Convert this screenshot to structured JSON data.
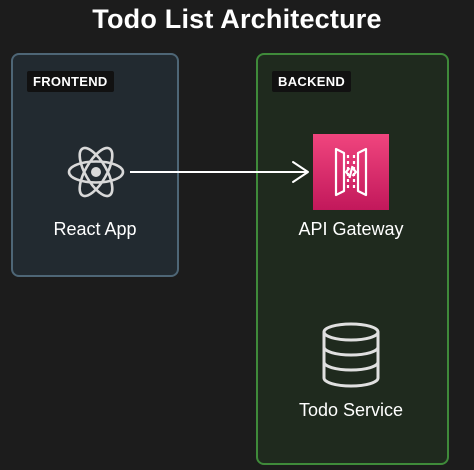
{
  "title": "Todo List Architecture",
  "groups": {
    "frontend": {
      "label": "FRONTEND"
    },
    "backend": {
      "label": "BACKEND"
    }
  },
  "nodes": {
    "react_app": {
      "label": "React App",
      "icon": "react-icon"
    },
    "api_gateway": {
      "label": "API Gateway",
      "icon": "api-gateway-icon"
    },
    "todo_service": {
      "label": "Todo Service",
      "icon": "database-icon"
    }
  },
  "edges": [
    {
      "from": "React App",
      "to": "API Gateway"
    }
  ],
  "colors": {
    "background": "#1c1c1c",
    "frontend_border": "#4e6676",
    "backend_border": "#3f8a3a",
    "api_gateway_top": "#f0457e",
    "api_gateway_bottom": "#c2185b"
  }
}
